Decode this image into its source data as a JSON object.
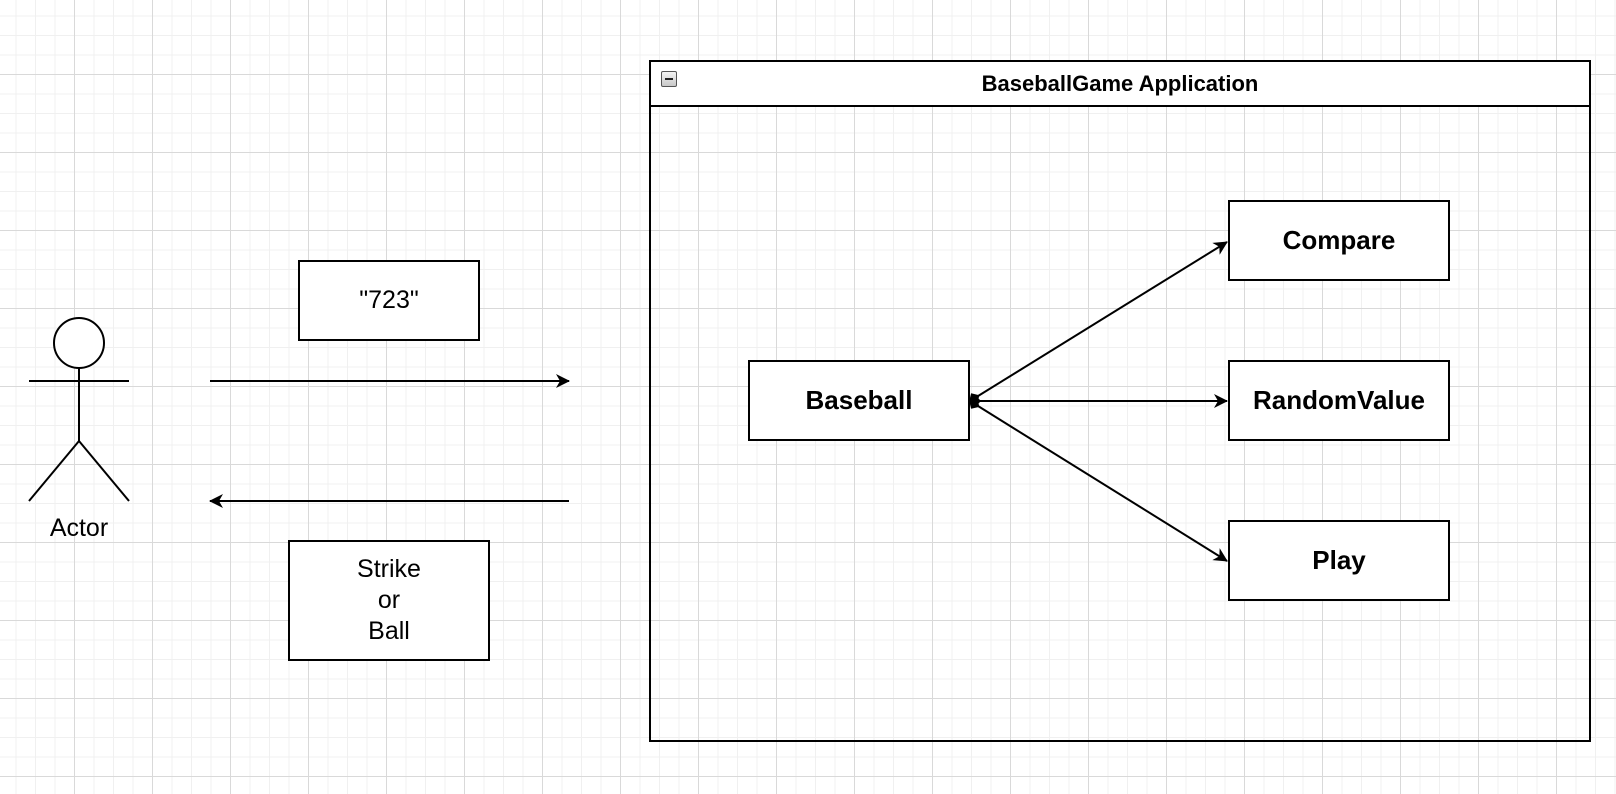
{
  "actor": {
    "label": "Actor"
  },
  "messages": {
    "request": {
      "lines": [
        "\"723\""
      ]
    },
    "response": {
      "lines": [
        "Strike",
        "or",
        "Ball"
      ]
    }
  },
  "application": {
    "title": "BaseballGame Application",
    "components": {
      "baseball": "Baseball",
      "compare": "Compare",
      "random_value": "RandomValue",
      "play": "Play"
    }
  },
  "colors": {
    "stroke": "#000000",
    "background": "#ffffff",
    "grid_major": "#d9d9d9",
    "grid_minor": "#f0f0f0"
  }
}
